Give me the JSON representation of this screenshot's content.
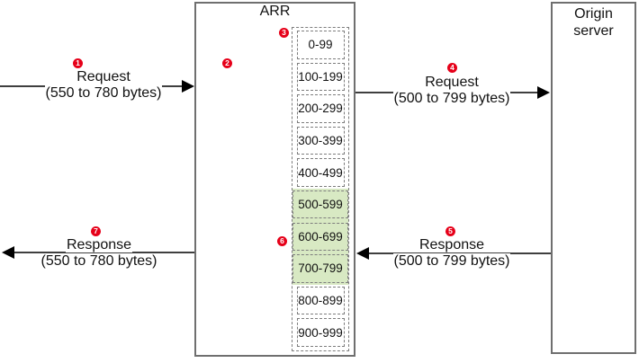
{
  "colors": {
    "highlight_green": "#d8e9c3",
    "badge_red": "#e60019",
    "box_border": "#6f6f6f",
    "dash_border": "#7d7d7d",
    "arrow_line": "#3f3f3f"
  },
  "arr_box": {
    "title": "ARR"
  },
  "origin_box": {
    "title_line1": "Origin",
    "title_line2": "server"
  },
  "ranges": [
    {
      "label": "0-99",
      "highlighted": false
    },
    {
      "label": "100-199",
      "highlighted": false
    },
    {
      "label": "200-299",
      "highlighted": false
    },
    {
      "label": "300-399",
      "highlighted": false
    },
    {
      "label": "400-499",
      "highlighted": false
    },
    {
      "label": "500-599",
      "highlighted": true
    },
    {
      "label": "600-699",
      "highlighted": true
    },
    {
      "label": "700-799",
      "highlighted": true
    },
    {
      "label": "800-899",
      "highlighted": false
    },
    {
      "label": "900-999",
      "highlighted": false
    }
  ],
  "badges": {
    "b2": "2",
    "b3": "3",
    "b6": "6"
  },
  "arrows": {
    "a1": {
      "badge": "1",
      "title": "Request",
      "subtitle": "(550 to 780 bytes)",
      "direction": "right"
    },
    "a4": {
      "badge": "4",
      "title": "Request",
      "subtitle": "(500 to 799 bytes)",
      "direction": "right"
    },
    "a5": {
      "badge": "5",
      "title": "Response",
      "subtitle": "(500 to 799 bytes)",
      "direction": "left"
    },
    "a7": {
      "badge": "7",
      "title": "Response",
      "subtitle": "(550 to 780 bytes)",
      "direction": "left"
    }
  }
}
